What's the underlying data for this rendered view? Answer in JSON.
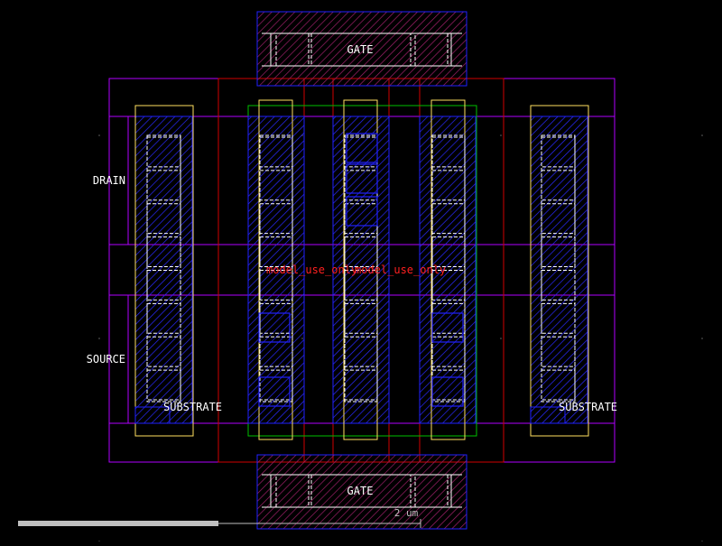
{
  "labels": {
    "gate_top": "GATE",
    "gate_bottom": "GATE",
    "drain": "DRAIN",
    "source": "SOURCE",
    "substrate_left": "SUBSTRATE",
    "substrate_right": "SUBSTRATE",
    "model_left": "model_use_only",
    "model_right": "model_use_only",
    "scale": "2 um"
  },
  "colors": {
    "background": "#000000",
    "magenta": "#b000ff",
    "red": "#d00000",
    "hatch_red": "#b01060",
    "blue": "#2020ff",
    "yellow": "#ffe060",
    "green": "#00c000",
    "white": "#ffffff",
    "label_text": "#ffffff",
    "model_text": "#ff2020",
    "scale_bar": "#bfbfbf"
  }
}
